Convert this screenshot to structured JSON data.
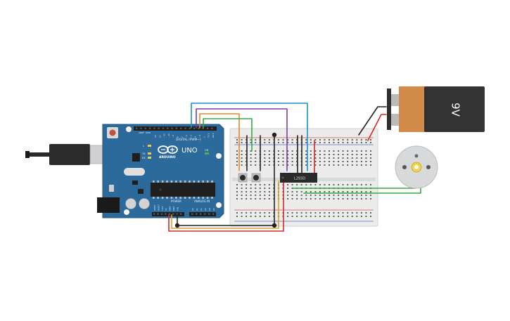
{
  "arduino": {
    "brand": "ARDUINO",
    "model": "UNO",
    "digital_label": "DIGITAL (PWM~)",
    "power_label": "POWER",
    "analog_label": "ANALOG IN",
    "on_label": "ON",
    "tx_label": "TX",
    "rx_label": "RX",
    "l_label": "L",
    "aref_label": "AREF",
    "gnd_label": "GND",
    "power_pins": [
      "IOREF",
      "RESET",
      "3.3V",
      "5V",
      "GND",
      "GND",
      "VIN"
    ],
    "analog_pins": [
      "A0",
      "A1",
      "A2",
      "A3",
      "A4",
      "A5"
    ],
    "digital_pins": [
      "13",
      "12",
      "~11",
      "~10",
      "~9",
      "8",
      "7",
      "~6",
      "~5",
      "4",
      "~3",
      "2",
      "TX 1",
      "RX 0"
    ]
  },
  "driver_chip": {
    "label": "L293D"
  },
  "battery": {
    "label": "9V"
  },
  "motor": {
    "label": ""
  },
  "colors": {
    "board": "#2d6a9c",
    "breadboard": "#ececec",
    "battery_orange": "#d38b49",
    "battery_dark": "#333333",
    "wire_red": "#d62a2a",
    "wire_black": "#222222",
    "wire_green": "#38a845",
    "wire_orange": "#e8892a",
    "wire_purple": "#7a3fa0",
    "wire_blue": "#1c8fc9",
    "wire_yellow": "#d8a32a"
  }
}
